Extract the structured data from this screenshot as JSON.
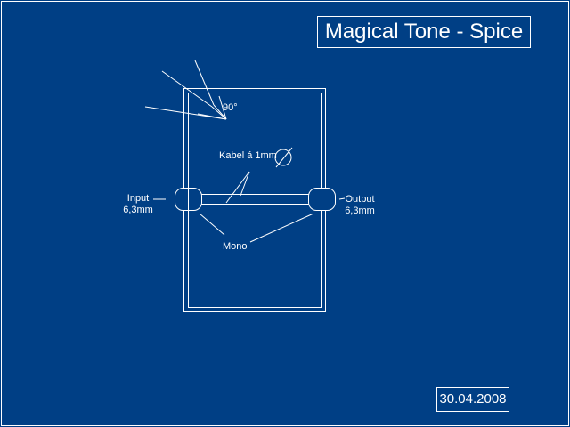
{
  "title": "Magical Tone - Spice",
  "date": "30.04.2008",
  "labels": {
    "angle": "90°",
    "cable": "Kabel á 1mm",
    "input_line1": "Input",
    "input_line2": "6,3mm",
    "output_line1": "Output",
    "output_line2": "6,3mm",
    "mono": "Mono"
  },
  "colors": {
    "background": "#003f85",
    "lines": "#ffffff"
  },
  "icons": {
    "diameter": "diameter-symbol-icon"
  }
}
